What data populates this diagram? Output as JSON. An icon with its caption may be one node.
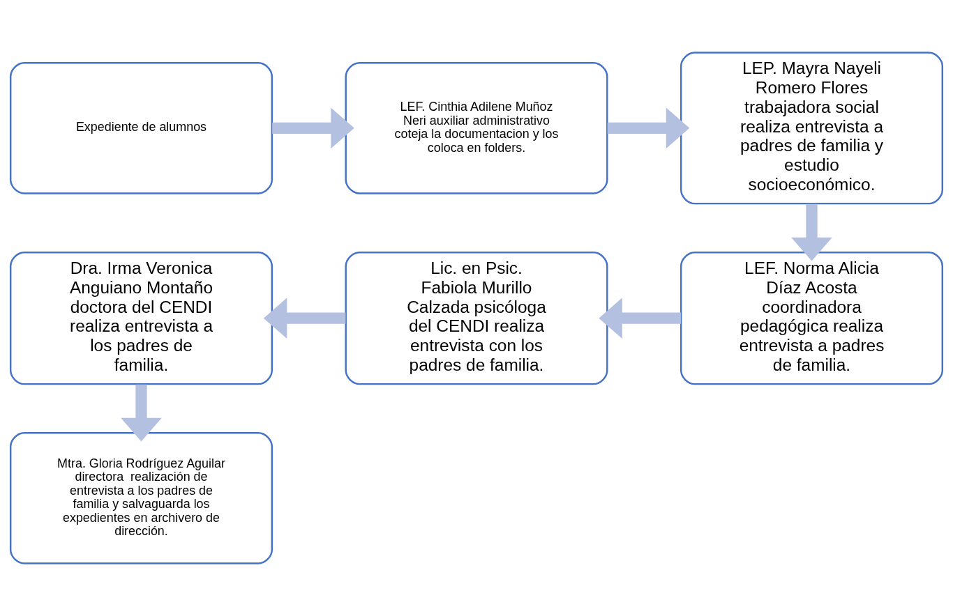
{
  "diagram": {
    "nodes": [
      {
        "text": [
          "Expediente de alumnos"
        ]
      },
      {
        "text": [
          "LEF. Cinthia Adilene Muñoz Neri auxiliar administrativo coteja la documentacion y los coloca en folders."
        ]
      },
      {
        "text": [
          "LEP. Mayra Nayeli Romero Flores trabajadora social realiza entrevista a padres de familia y estudio socioeconómico."
        ]
      },
      {
        "text": [
          "LEF. Norma Alicia Díaz Acosta coordinadora pedagógica realiza entrevista a padres de familia."
        ]
      },
      {
        "text": [
          "Lic. en Psic. Fabiola Murillo Calzada psicóloga del CENDI realiza entrevista con los padres de familia."
        ]
      },
      {
        "text": [
          "Dra. Irma Veronica Anguiano Montaño doctora del CENDI realiza entrevista a los padres de familia."
        ]
      },
      {
        "text": [
          "Mtra. Gloria Rodríguez Aguilar directora  realización de entrevista a los padres de familia y salvaguarda los expedientes en archivero de dirección."
        ]
      }
    ],
    "edges": [
      {
        "from": 0,
        "to": 1,
        "arrow": "to"
      },
      {
        "from": 1,
        "to": 2,
        "arrow": "to"
      },
      {
        "from": 2,
        "to": 3,
        "arrow": "to"
      },
      {
        "from": 3,
        "to": 4,
        "arrow": "to"
      },
      {
        "from": 4,
        "to": 5,
        "arrow": "to"
      },
      {
        "from": 5,
        "to": 6,
        "arrow": "to"
      }
    ]
  }
}
